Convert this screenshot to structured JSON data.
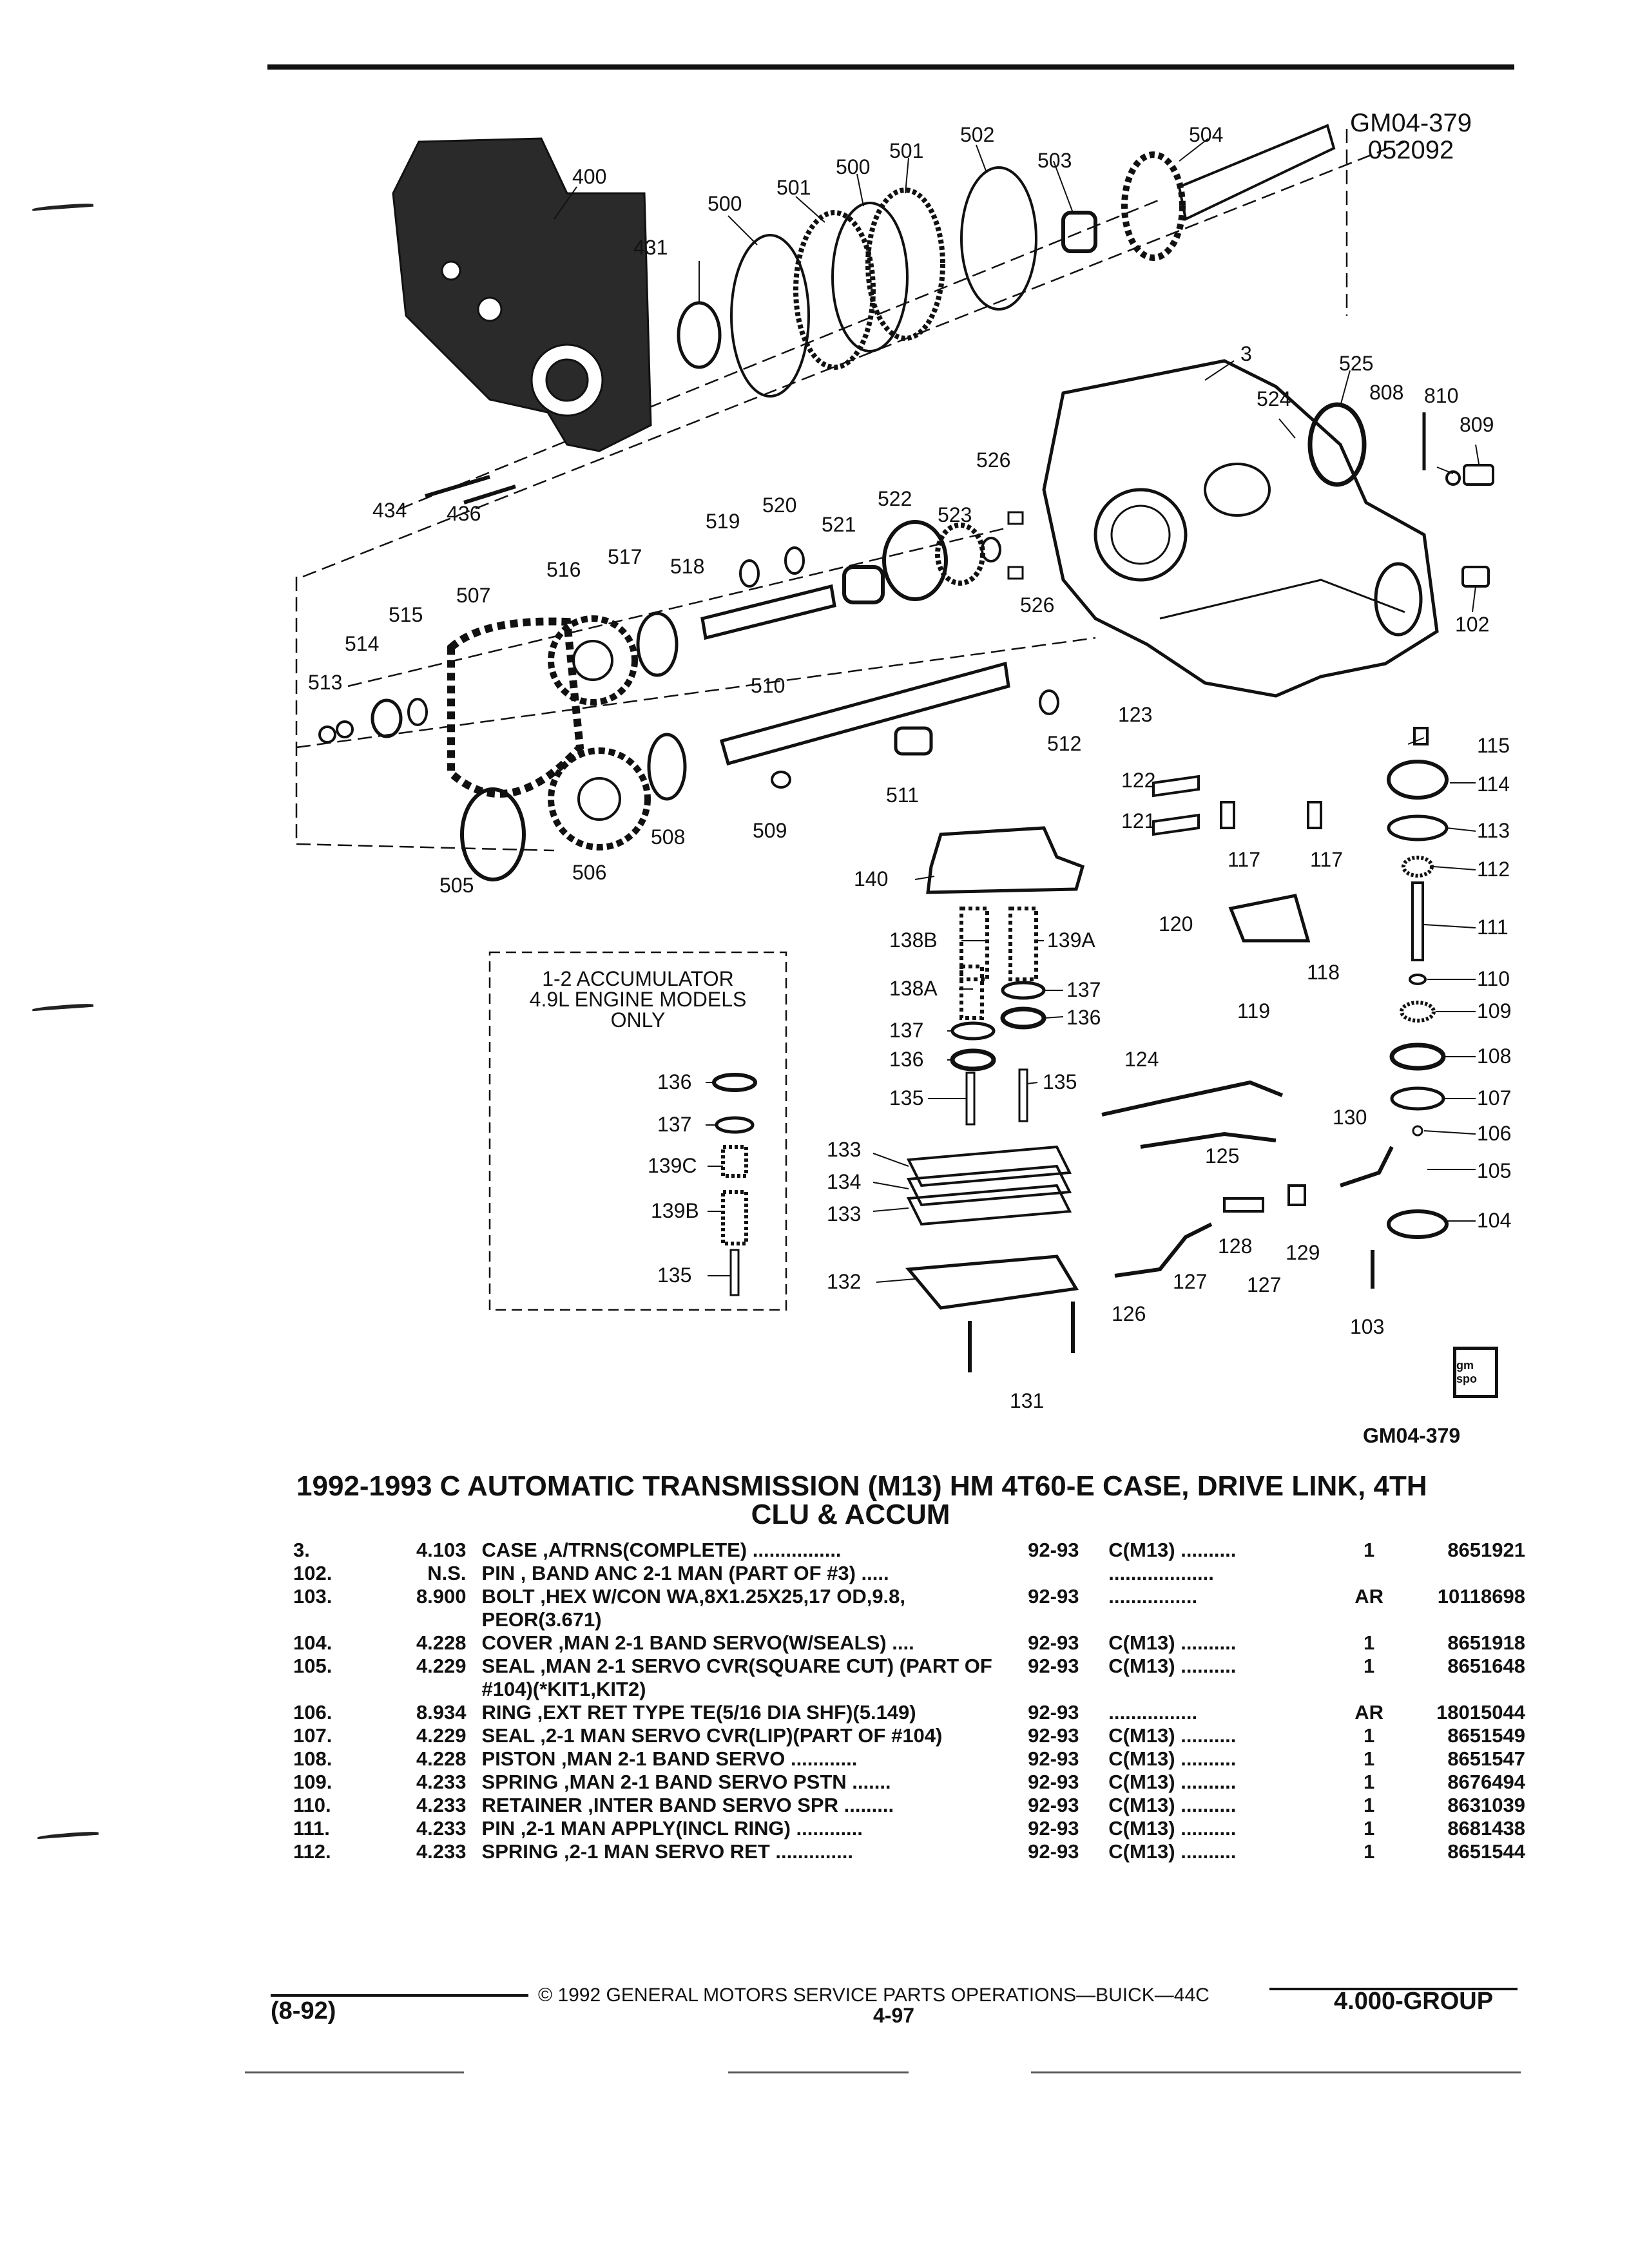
{
  "figure": {
    "id_top": "GM04-379",
    "date_code": "052092",
    "id_bottom": "GM04-379",
    "logo_text": "gm spo",
    "inset_title": [
      "1-2 ACCUMULATOR",
      "4.9L ENGINE MODELS",
      "ONLY"
    ],
    "callouts": {
      "c400": "400",
      "c431": "431",
      "c434": "434",
      "c436": "436",
      "c500a": "500",
      "c500b": "500",
      "c501a": "501",
      "c501b": "501",
      "c502": "502",
      "c503": "503",
      "c504": "504",
      "c3": "3",
      "c524": "524",
      "c525": "525",
      "c808": "808",
      "c810": "810",
      "c809": "809",
      "c526a": "526",
      "c526b": "526",
      "c102": "102",
      "c519": "519",
      "c520": "520",
      "c521": "521",
      "c522": "522",
      "c523": "523",
      "c516": "516",
      "c517": "517",
      "c518": "518",
      "c507": "507",
      "c515": "515",
      "c514": "514",
      "c513": "513",
      "c510": "510",
      "c512": "512",
      "c511": "511",
      "c508": "508",
      "c509": "509",
      "c505": "505",
      "c506": "506",
      "c123": "123",
      "c122": "122",
      "c121": "121",
      "c120": "120",
      "c117a": "117",
      "c117b": "117",
      "c118": "118",
      "c119": "119",
      "c115": "115",
      "c114": "114",
      "c113": "113",
      "c112": "112",
      "c111": "111",
      "c110": "110",
      "c109": "109",
      "c108": "108",
      "c107": "107",
      "c106": "106",
      "c105": "105",
      "c104": "104",
      "c103": "103",
      "c140": "140",
      "c138b": "138B",
      "c139a": "139A",
      "c138a": "138A",
      "c137a": "137",
      "c137b": "137",
      "c136a": "136",
      "c136b": "136",
      "c135a": "135",
      "c135b": "135",
      "c124": "124",
      "c125": "125",
      "c130": "130",
      "c133a": "133",
      "c134": "134",
      "c133b": "133",
      "c132": "132",
      "c128": "128",
      "c129": "129",
      "c127a": "127",
      "c127b": "127",
      "c126": "126",
      "c131": "131",
      "i136": "136",
      "i137": "137",
      "i139c": "139C",
      "i139b": "139B",
      "i135": "135"
    }
  },
  "catalog": {
    "title_line1": "1992-1993 C AUTOMATIC TRANSMISSION (M13) HM 4T60-E CASE, DRIVE LINK, 4TH",
    "title_line2": "CLU & ACCUM",
    "rows": [
      {
        "item": "3.",
        "group": "4.103",
        "desc": "CASE ,A/TRNS(COMPLETE) ................",
        "year": "92-93",
        "model": "C(M13) ..........",
        "qty": "1",
        "part": "8651921"
      },
      {
        "item": "102.",
        "group": "N.S.",
        "desc": "PIN , BAND ANC 2-1 MAN (PART OF #3) .....",
        "year": "",
        "model": "...................",
        "qty": "",
        "part": ""
      },
      {
        "item": "103.",
        "group": "8.900",
        "desc": "BOLT ,HEX W/CON WA,8X1.25X25,17 OD,9.8, PEOR(3.671)",
        "year": "92-93",
        "model": "................",
        "qty": "AR",
        "part": "10118698"
      },
      {
        "item": "104.",
        "group": "4.228",
        "desc": "COVER ,MAN 2-1 BAND SERVO(W/SEALS) ....",
        "year": "92-93",
        "model": "C(M13) ..........",
        "qty": "1",
        "part": "8651918"
      },
      {
        "item": "105.",
        "group": "4.229",
        "desc": "SEAL ,MAN 2-1 SERVO CVR(SQUARE CUT) (PART OF #104)(*KIT1,KIT2)",
        "year": "92-93",
        "model": "C(M13) ..........",
        "qty": "1",
        "part": "8651648"
      },
      {
        "item": "106.",
        "group": "8.934",
        "desc": "RING ,EXT RET TYPE TE(5/16 DIA SHF)(5.149)",
        "year": "92-93",
        "model": "................",
        "qty": "AR",
        "part": "18015044"
      },
      {
        "item": "107.",
        "group": "4.229",
        "desc": "SEAL ,2-1 MAN SERVO CVR(LIP)(PART OF #104)",
        "year": "92-93",
        "model": "C(M13) ..........",
        "qty": "1",
        "part": "8651549"
      },
      {
        "item": "108.",
        "group": "4.228",
        "desc": "PISTON ,MAN 2-1 BAND SERVO ............",
        "year": "92-93",
        "model": "C(M13) ..........",
        "qty": "1",
        "part": "8651547"
      },
      {
        "item": "109.",
        "group": "4.233",
        "desc": "SPRING ,MAN 2-1 BAND SERVO PSTN .......",
        "year": "92-93",
        "model": "C(M13) ..........",
        "qty": "1",
        "part": "8676494"
      },
      {
        "item": "110.",
        "group": "4.233",
        "desc": "RETAINER ,INTER BAND SERVO SPR .........",
        "year": "92-93",
        "model": "C(M13) ..........",
        "qty": "1",
        "part": "8631039"
      },
      {
        "item": "111.",
        "group": "4.233",
        "desc": "PIN ,2-1 MAN APPLY(INCL RING) ............",
        "year": "92-93",
        "model": "C(M13) ..........",
        "qty": "1",
        "part": "8681438"
      },
      {
        "item": "112.",
        "group": "4.233",
        "desc": "SPRING ,2-1 MAN SERVO RET ..............",
        "year": "92-93",
        "model": "C(M13) ..........",
        "qty": "1",
        "part": "8651544"
      }
    ]
  },
  "footer": {
    "copyright": "© 1992 GENERAL MOTORS SERVICE PARTS OPERATIONS—BUICK—44C",
    "page": "4-97",
    "date": "(8-92)",
    "group": "4.000-GROUP"
  }
}
